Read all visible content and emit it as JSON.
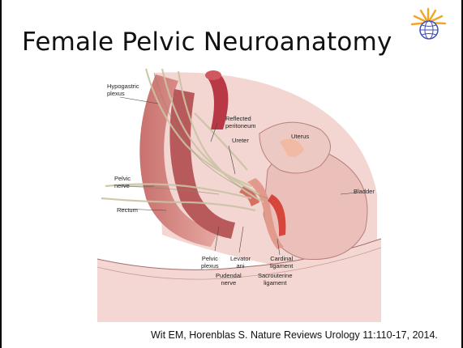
{
  "slide": {
    "title": "Female Pelvic Neuroanatomy",
    "citation": "Wit EM, Horenblas S.  Nature Reviews Urology 11:110-17, 2014."
  },
  "logo": {
    "icon": "globe-sunburst-logo",
    "colors": [
      "#f2a623",
      "#4a5bbf"
    ]
  },
  "figure": {
    "labels": {
      "hypogastric_plexus": "Hypogastric\nplexus",
      "reflected_peritoneum": "Reflected\nperitoneum",
      "ureter": "Ureter",
      "uterus": "Uterus",
      "pelvic_nerve": "Pelvic\nnerve",
      "bladder": "Bladder",
      "rectum": "Rectum",
      "pelvic_plexus": "Pelvic\nplexus",
      "levator_ani": "Levator\nani",
      "cardinal_ligament": "Cardinal\nligament",
      "pudendal_nerve": "Pudendal\nnerve",
      "sacrouterine_ligament": "Sacrouterine\nligament"
    }
  }
}
